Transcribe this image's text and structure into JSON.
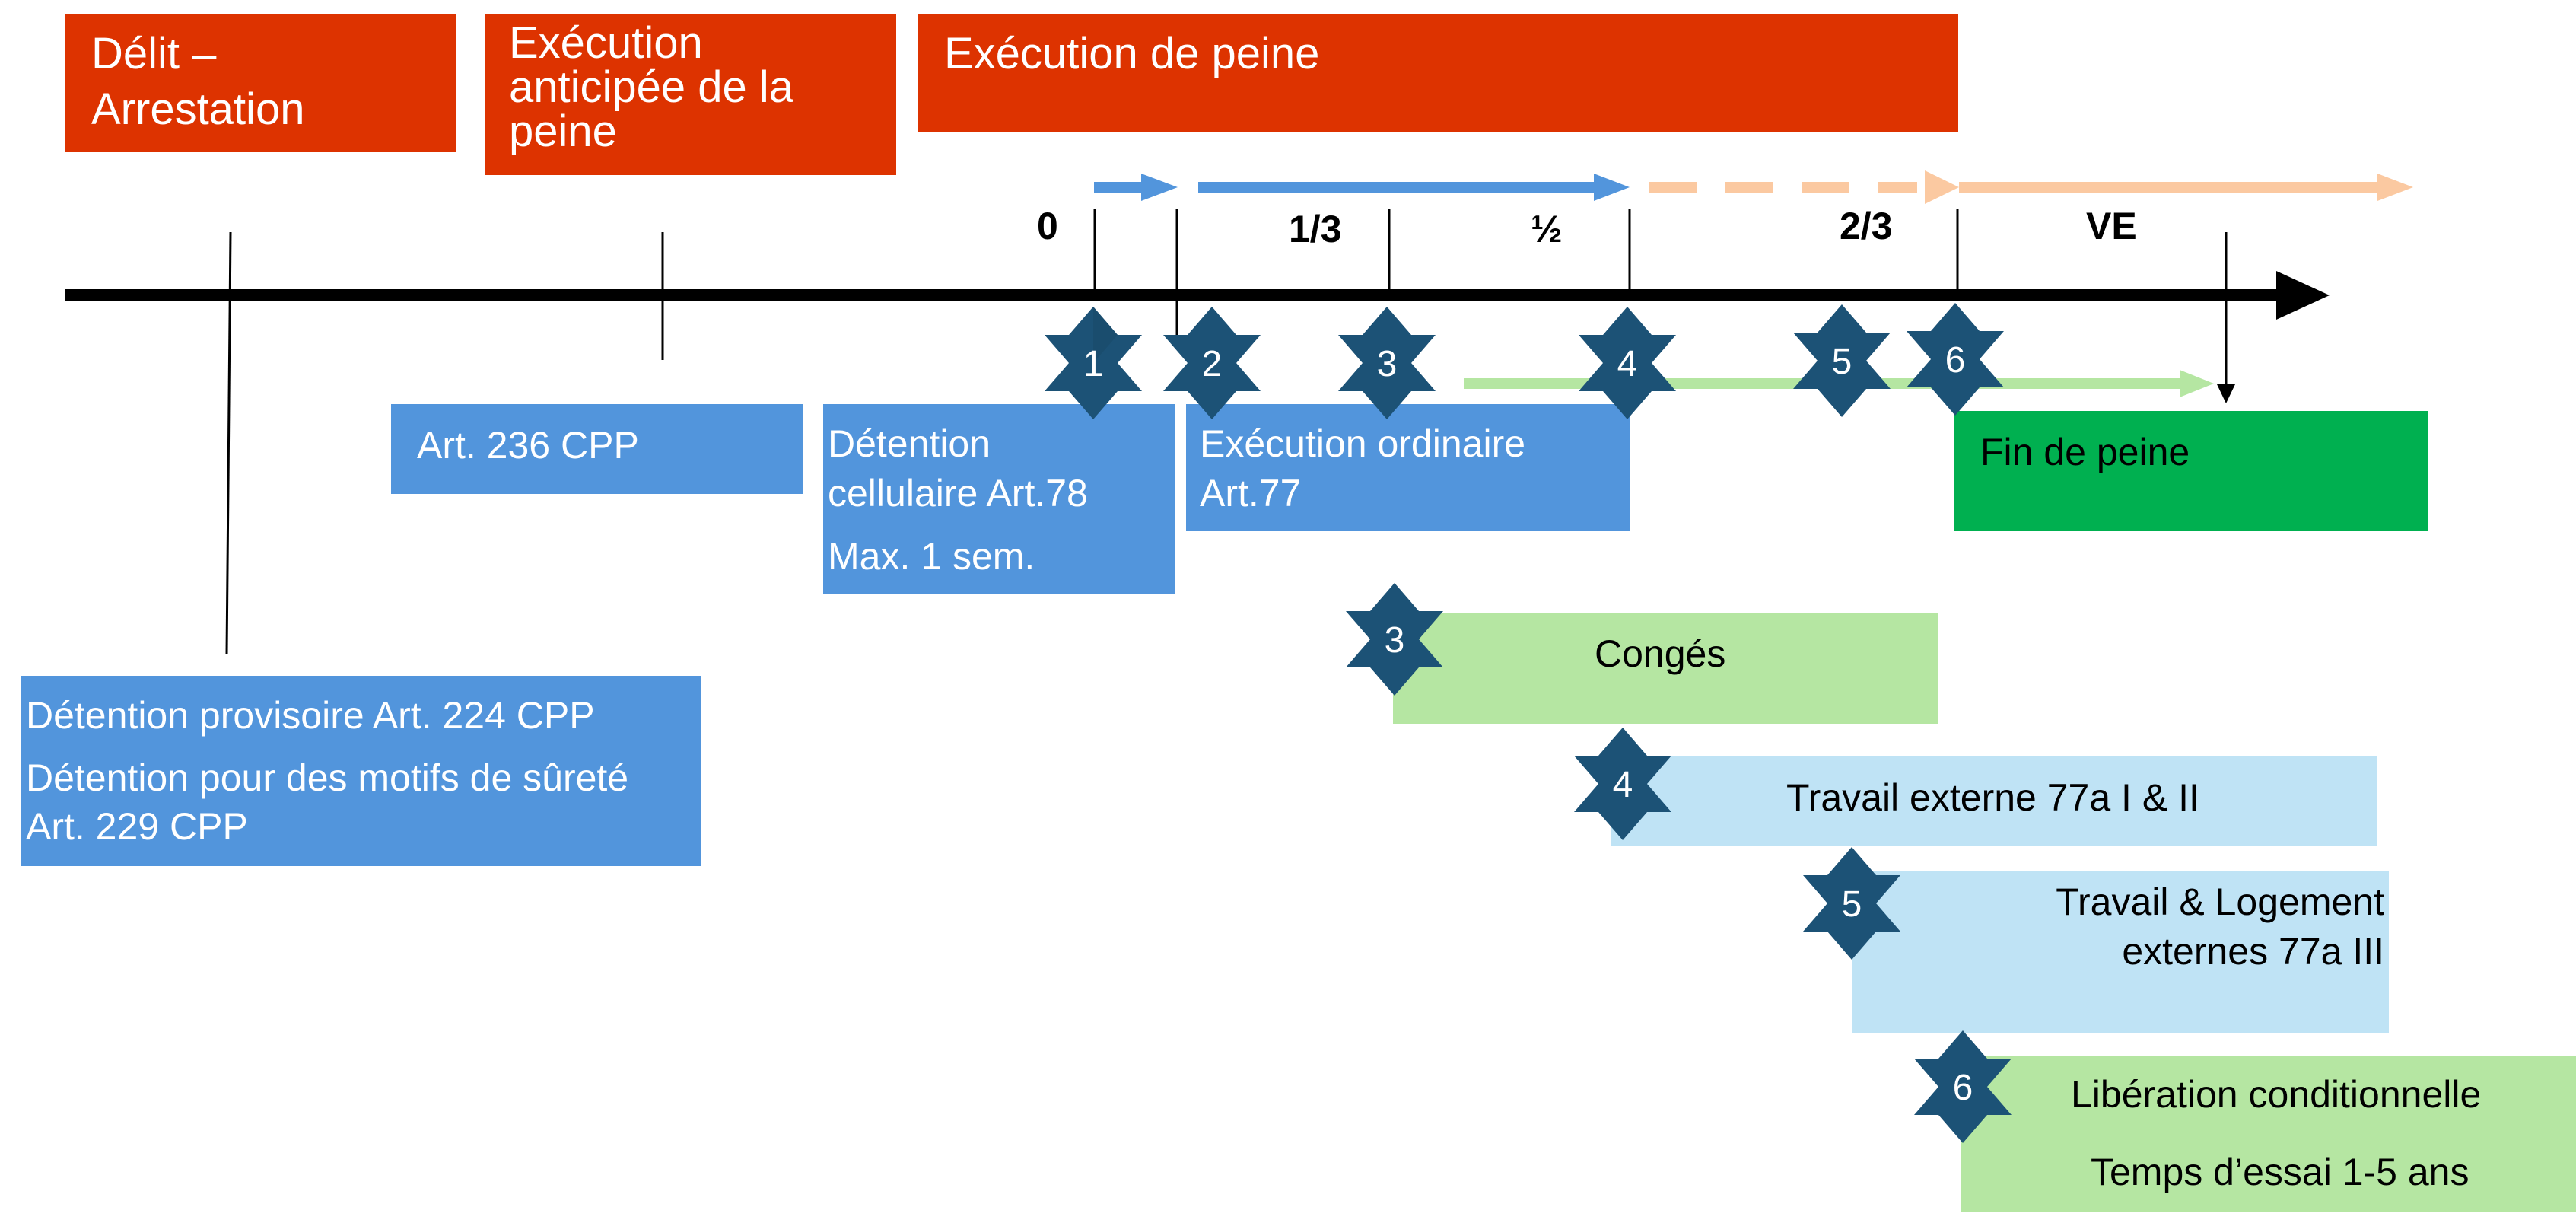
{
  "headers": {
    "delit": [
      "Délit –",
      "Arrestation"
    ],
    "anticipee": [
      "Exécution",
      "anticipée de la",
      "peine"
    ],
    "execution": "Exécution de peine"
  },
  "ticks": {
    "t0": "0",
    "t13": "1/3",
    "t12": "½",
    "t23": "2/3",
    "tve": "VE"
  },
  "boxes": {
    "art236": "Art. 236 CPP",
    "detention_cellulaire": [
      "Détention",
      "cellulaire Art.78",
      "Max. 1 sem."
    ],
    "execution_ordinaire": [
      "Exécution ordinaire",
      "Art.77"
    ],
    "fin_de_peine": "Fin de peine",
    "detention_provisoire": [
      "Détention provisoire Art. 224 CPP",
      "Détention pour des motifs de sûreté",
      "Art. 229 CPP"
    ],
    "conges": "Congés",
    "travail_externe": "Travail externe 77a I & II",
    "travail_logement": [
      "Travail & Logement",
      "externes 77a III"
    ],
    "liberation": [
      "Libération conditionnelle",
      "Temps d’essai 1-5 ans"
    ]
  },
  "stars": {
    "s1": "1",
    "s2": "2",
    "s3": "3",
    "s4": "4",
    "s5": "5",
    "s6": "6",
    "c3": "3",
    "c4": "4",
    "c5": "5",
    "c6": "6"
  },
  "colors": {
    "header_red": "#dd3300",
    "box_blue": "#5295dc",
    "box_green": "#00b050",
    "box_light_green": "#b5e6a2",
    "box_light_blue": "#bfe3f5",
    "star_navy": "#1c5276",
    "arrow_orange": "#fbc9a1"
  }
}
